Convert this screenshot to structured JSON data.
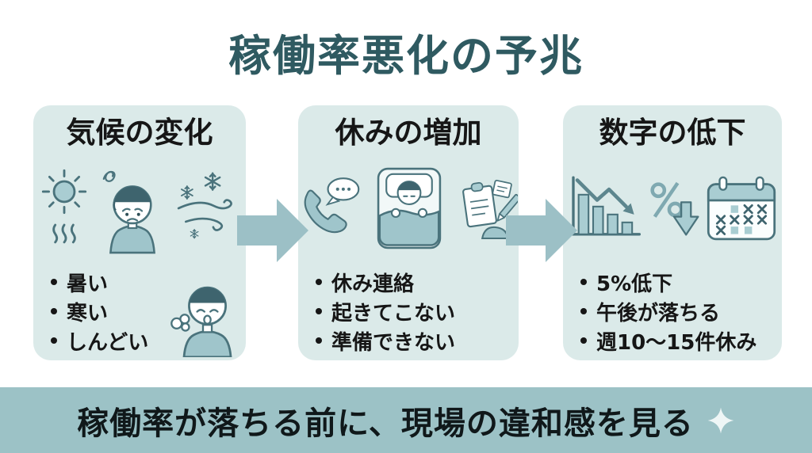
{
  "title": "稼働率悪化の予兆",
  "colors": {
    "page_bg": "#ffffff",
    "title_text": "#2f5a61",
    "card_bg": "#dbeae9",
    "card_text": "#161616",
    "arrow": "#9cc0c6",
    "banner_bg": "#9cc2c6",
    "banner_text": "#10181a",
    "icon_stroke": "#4a737c",
    "icon_fill": "#a9cdd2",
    "icon_shirt": "#9fc5cb",
    "icon_hair": "#3e646e"
  },
  "cards": [
    {
      "title": "気候の変化",
      "icons": [
        "sun-heat-icon",
        "worried-person-icon",
        "snow-wind-icon",
        "sighing-person-icon"
      ],
      "bullets": [
        "暑い",
        "寒い",
        "しんどい"
      ]
    },
    {
      "title": "休みの増加",
      "icons": [
        "phone-call-icon",
        "sleeping-in-bed-icon",
        "absence-note-icon"
      ],
      "bullets": [
        "休み連絡",
        "起きてこない",
        "準備できない"
      ]
    },
    {
      "title": "数字の低下",
      "icons": [
        "declining-bar-chart-icon",
        "percent-down-icon",
        "calendar-absences-icon"
      ],
      "bullets": [
        "5%低下",
        "午後が落ちる",
        "週10〜15件休み"
      ]
    }
  ],
  "arrows": [
    "flow-arrow-1",
    "flow-arrow-2"
  ],
  "banner": {
    "text": "稼働率が落ちる前に、現場の違和感を見る",
    "icon": "sparkle-icon"
  }
}
